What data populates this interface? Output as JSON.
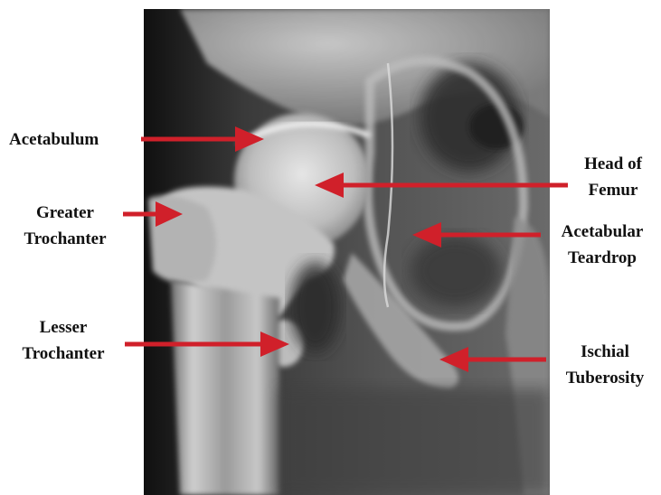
{
  "image": {
    "subject": "radiograph",
    "colors": {
      "background": "#ffffff",
      "arrow": "#d0202a",
      "label_text": "#111111"
    }
  },
  "labels": {
    "acetabulum": {
      "line1": "Acetabulum"
    },
    "head_of_femur": {
      "line1": "Head of",
      "line2": "Femur"
    },
    "greater_trochanter": {
      "line1": "Greater",
      "line2": "Trochanter"
    },
    "acetabular_teardrop": {
      "line1": "Acetabular",
      "line2": "Teardrop"
    },
    "lesser_trochanter": {
      "line1": "Lesser",
      "line2": "Trochanter"
    },
    "ischial_tuberosity": {
      "line1": "Ischial",
      "line2": "Tuberosity"
    }
  }
}
